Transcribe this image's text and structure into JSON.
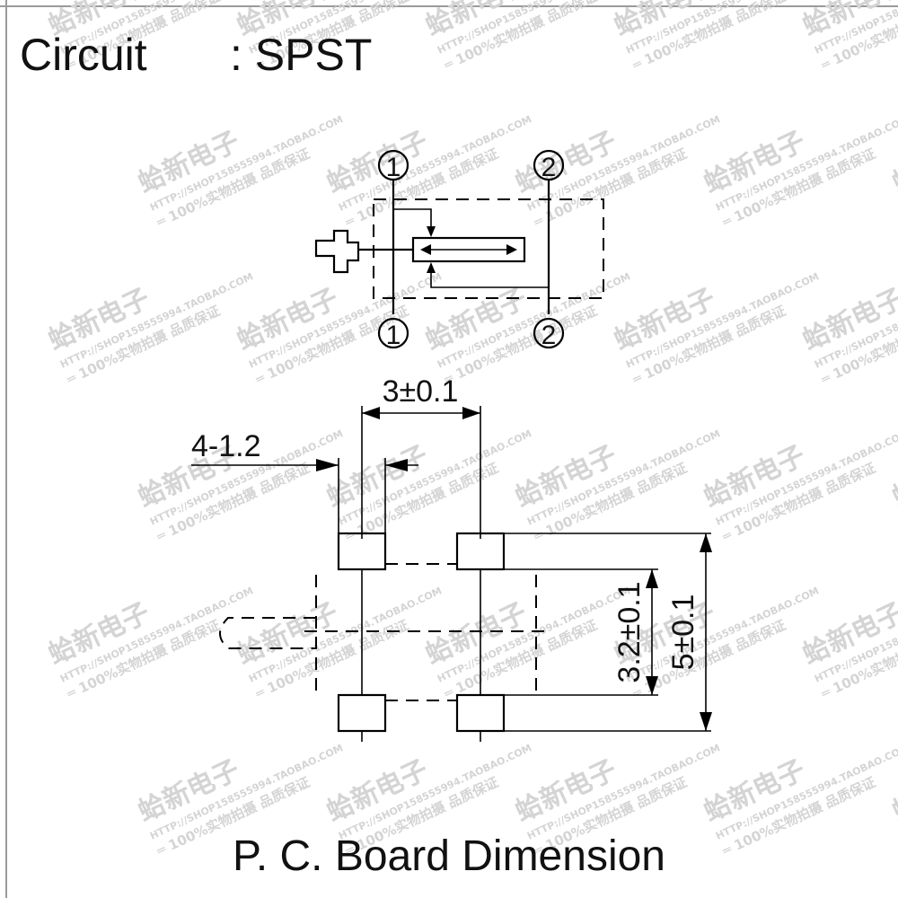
{
  "header": {
    "circuit_label": "Circuit",
    "circuit_value": ": SPST"
  },
  "schematic": {
    "terminal_1": "1",
    "terminal_2": "2"
  },
  "dimensions": {
    "pitch_horizontal": "3±0.1",
    "pad_note": "4-1.2",
    "pitch_vertical_inner": "3.2±0.1",
    "overall_vertical": "5±0.1"
  },
  "footer": {
    "title": "P. C. Board Dimension"
  },
  "watermark": {
    "brand": "蛤新电子",
    "url_line": "HTTP://SHOP158555994.TAOBAO.COM",
    "slogan": "═ 100%实物拍摄 品质保证"
  }
}
